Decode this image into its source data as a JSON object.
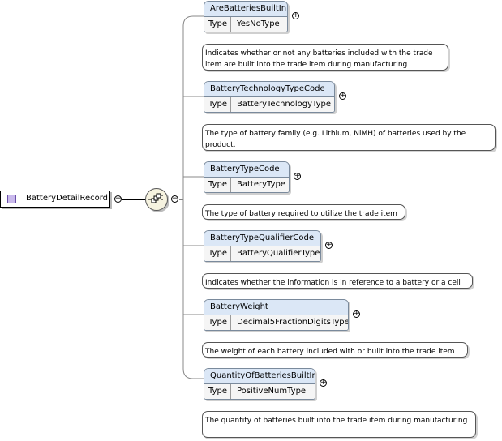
{
  "root": {
    "name": "BatteryDetailRecord"
  },
  "connector": {
    "type": "sequence",
    "icon": "sequence-compositor-icon"
  },
  "type_label": "Type",
  "elements": [
    {
      "name": "AreBatteriesBuiltIn",
      "type": "YesNoType",
      "doc": "Indicates whether or not any batteries included with the trade item are built into the trade item during manufacturing"
    },
    {
      "name": "BatteryTechnologyTypeCode",
      "type": "BatteryTechnologyType",
      "doc": "The type of battery family (e.g. Lithium, NiMH) of batteries used by the product."
    },
    {
      "name": "BatteryTypeCode",
      "type": "BatteryType",
      "doc": "The type of battery required to utilize the trade item"
    },
    {
      "name": "BatteryTypeQualifierCode",
      "type": "BatteryQualifierType",
      "doc": "Indicates whether the information is in reference to a battery or a cell"
    },
    {
      "name": "BatteryWeight",
      "type": "Decimal5FractionDigitsType",
      "doc": "The weight of each battery included with or built into the trade item"
    },
    {
      "name": "QuantityOfBatteriesBuiltIn",
      "type": "PositiveNumType",
      "doc": "The quantity of batteries built into the trade item during manufacturing"
    }
  ]
}
